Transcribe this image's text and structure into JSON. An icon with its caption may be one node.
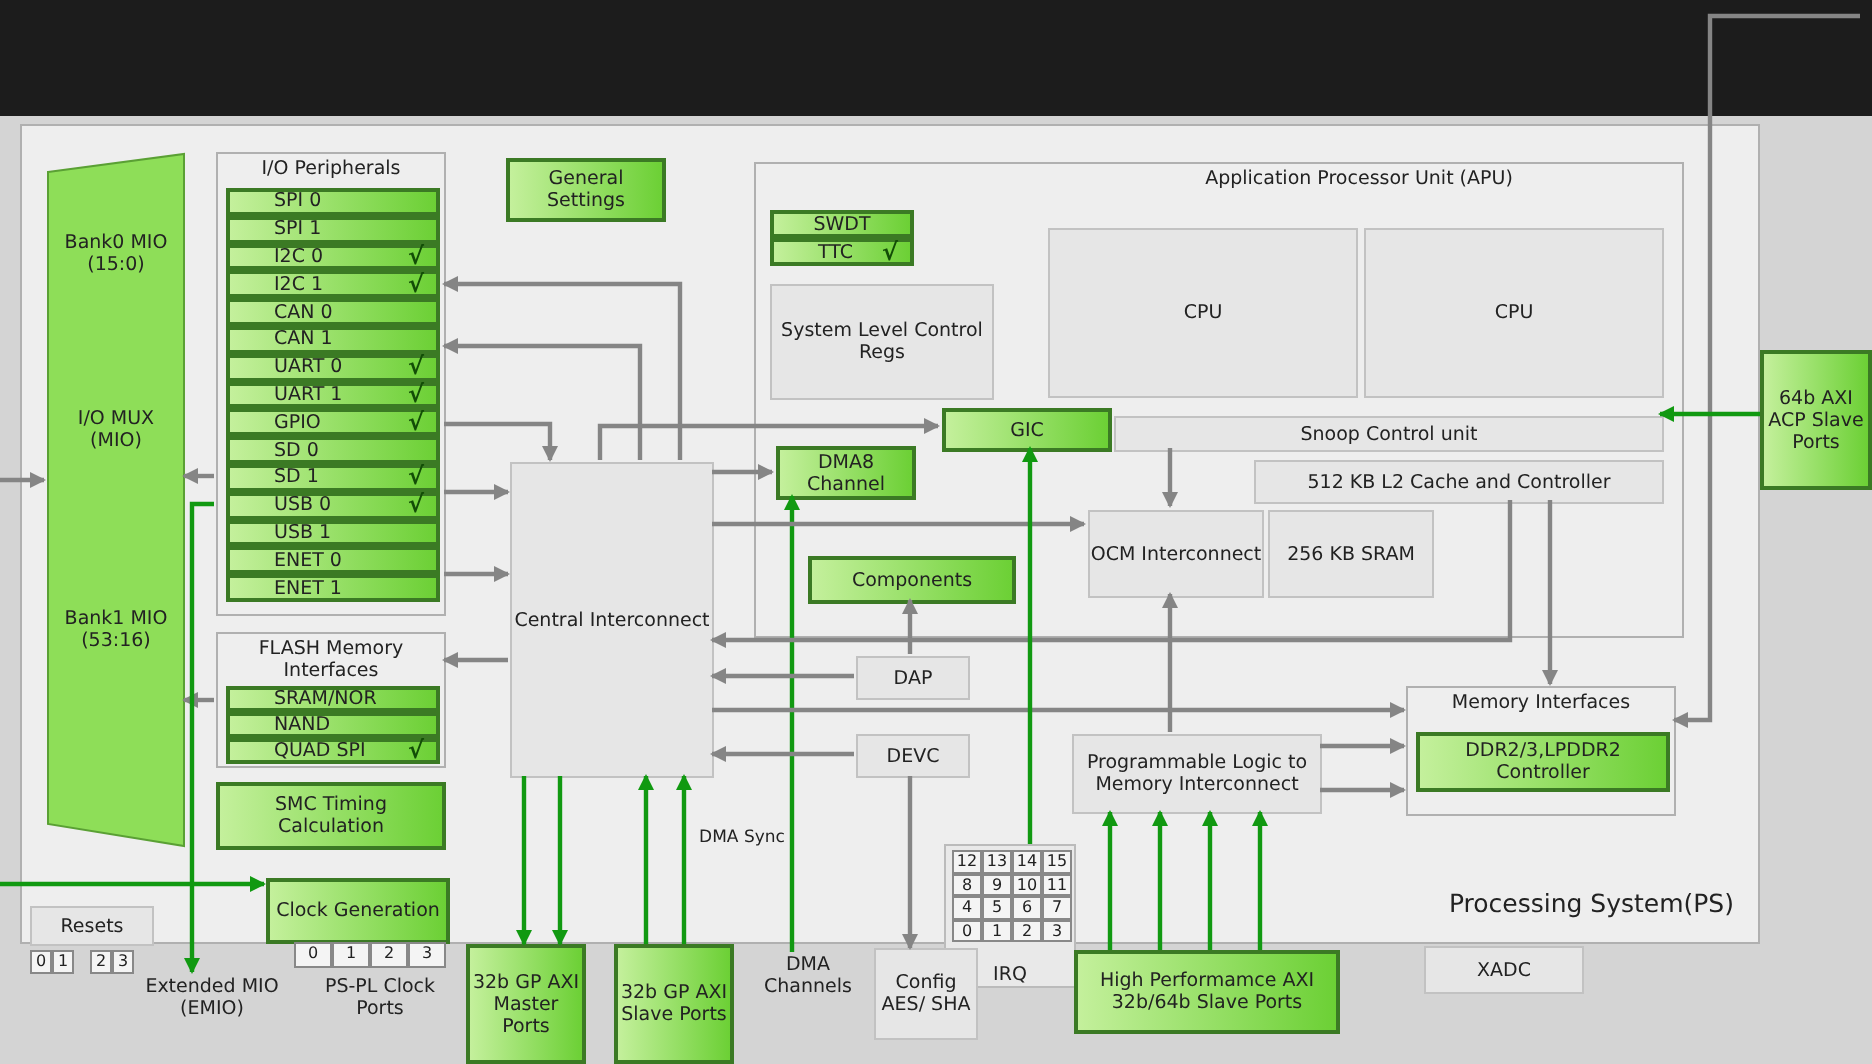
{
  "diagram": {
    "nodes": [
      {
        "text": [
          "Processing System(PS)"
        ]
      },
      {
        "text": [
          "Bank0 MIO (15:0)",
          "I/O MUX (MIO)",
          "Bank1 MIO (53:16)"
        ],
        "in": 0
      },
      {
        "text": [
          "I/O Peripherals"
        ],
        "in": 0
      },
      {
        "text": [
          "SPI 0"
        ],
        "in": 2
      },
      {
        "text": [
          "SPI 1"
        ],
        "in": 2
      },
      {
        "text": [
          "I2C 0",
          "√"
        ],
        "in": 2
      },
      {
        "text": [
          "I2C 1",
          "√"
        ],
        "in": 2
      },
      {
        "text": [
          "CAN 0"
        ],
        "in": 2
      },
      {
        "text": [
          "CAN 1"
        ],
        "in": 2
      },
      {
        "text": [
          "UART 0",
          "√"
        ],
        "in": 2
      },
      {
        "text": [
          "UART 1",
          "√"
        ],
        "in": 2
      },
      {
        "text": [
          "GPIO",
          "√"
        ],
        "in": 2
      },
      {
        "text": [
          "SD 0"
        ],
        "in": 2
      },
      {
        "text": [
          "SD 1",
          "√"
        ],
        "in": 2
      },
      {
        "text": [
          "USB 0",
          "√"
        ],
        "in": 2
      },
      {
        "text": [
          "USB 1"
        ],
        "in": 2
      },
      {
        "text": [
          "ENET 0"
        ],
        "in": 2
      },
      {
        "text": [
          "ENET 1"
        ],
        "in": 2
      },
      {
        "text": [
          "General Settings"
        ],
        "in": 0
      },
      {
        "text": [
          "Application Processor Unit (APU)"
        ],
        "in": 0
      },
      {
        "text": [
          "SWDT"
        ],
        "in": 19
      },
      {
        "text": [
          "TTC",
          "√"
        ],
        "in": 19
      },
      {
        "text": [
          "System Level Control Regs"
        ],
        "in": 19
      },
      {
        "text": [
          "CPU"
        ],
        "in": 19
      },
      {
        "text": [
          "CPU"
        ],
        "in": 19
      },
      {
        "text": [
          "GIC"
        ],
        "in": 19
      },
      {
        "text": [
          "Snoop Control unit"
        ],
        "in": 19
      },
      {
        "text": [
          "512 KB L2 Cache and Controller"
        ],
        "in": 19
      },
      {
        "text": [
          "DMA8 Channel"
        ],
        "in": 19
      },
      {
        "text": [
          "OCM Interconnect"
        ],
        "in": 19
      },
      {
        "text": [
          "256 KB SRAM"
        ],
        "in": 19
      },
      {
        "text": [
          "Components"
        ],
        "in": 19
      },
      {
        "text": [
          "Central Interconnect"
        ],
        "in": 0
      },
      {
        "text": [
          "FLASH Memory Interfaces"
        ],
        "in": 0
      },
      {
        "text": [
          "SRAM/NOR"
        ],
        "in": 33
      },
      {
        "text": [
          "NAND"
        ],
        "in": 33
      },
      {
        "text": [
          "QUAD SPI",
          "√"
        ],
        "in": 33
      },
      {
        "text": [
          "SMC Timing Calculation"
        ],
        "in": 0
      },
      {
        "text": [
          "DAP"
        ],
        "in": 0
      },
      {
        "text": [
          "DEVC"
        ],
        "in": 0
      },
      {
        "text": [
          "Programmable Logic to Memory Interconnect"
        ],
        "in": 0
      },
      {
        "text": [
          "Memory Interfaces"
        ],
        "in": 0
      },
      {
        "text": [
          "DDR2/3,LPDDR2 Controller"
        ],
        "in": 41
      },
      {
        "text": [
          "Clock Generation"
        ],
        "in": 0,
        "beside": [
          "0",
          "1",
          "2",
          "3"
        ]
      },
      {
        "text": [
          "Resets"
        ],
        "in": 0,
        "beside": [
          "0",
          "1",
          "2",
          "3"
        ]
      },
      {
        "text": [
          "12",
          "13",
          "14",
          "15",
          "8",
          "9",
          "10",
          "11",
          "4",
          "5",
          "6",
          "7",
          "0",
          "1",
          "2",
          "3",
          "IRQ"
        ]
      },
      {
        "text": [
          "64b AXI ACP Slave Ports"
        ]
      },
      {
        "text": [
          "32b GP AXI Master Ports"
        ]
      },
      {
        "text": [
          "32b GP AXI Slave Ports"
        ]
      },
      {
        "text": [
          "DMA Channels"
        ]
      },
      {
        "text": [
          "Config AES/ SHA"
        ]
      },
      {
        "text": [
          "High Performamce AXI 32b/64b Slave Ports"
        ]
      },
      {
        "text": [
          "XADC"
        ]
      },
      {
        "text": [
          "Extended MIO (EMIO)"
        ]
      },
      {
        "text": [
          "PS-PL Clock Ports"
        ]
      }
    ],
    "edges": [
      {
        "from": null,
        "to": 1,
        "arrow": "to"
      },
      {
        "from": 2,
        "to": 1,
        "arrow": "to"
      },
      {
        "from": 33,
        "to": 1,
        "arrow": "to"
      },
      {
        "from": 32,
        "to": 2,
        "arrow": "to"
      },
      {
        "from": 32,
        "to": 2,
        "arrow": "to"
      },
      {
        "from": 2,
        "to": 32,
        "arrow": "to"
      },
      {
        "from": 2,
        "to": 32,
        "arrow": "to"
      },
      {
        "from": 2,
        "to": 32,
        "arrow": "to"
      },
      {
        "from": 32,
        "to": 33,
        "arrow": "to"
      },
      {
        "from": 2,
        "to": 53,
        "arrow": "to",
        "color": "#119911"
      },
      {
        "from": null,
        "to": 43,
        "arrow": "to",
        "color": "#119911"
      },
      {
        "from": 32,
        "to": 47,
        "arrow": "to",
        "color": "#119911"
      },
      {
        "from": 32,
        "to": 47,
        "arrow": "to",
        "color": "#119911"
      },
      {
        "from": 48,
        "to": 32,
        "arrow": "to",
        "color": "#119911"
      },
      {
        "from": 48,
        "to": 32,
        "arrow": "to",
        "color": "#119911"
      },
      {
        "from": 49,
        "to": 28,
        "arrow": "to",
        "color": "#119911"
      },
      {
        "from": 32,
        "to": 28,
        "arrow": "to"
      },
      {
        "from": 32,
        "to": 25,
        "arrow": "to"
      },
      {
        "from": 32,
        "to": 29,
        "arrow": "to"
      },
      {
        "from": 26,
        "to": 29,
        "arrow": "to"
      },
      {
        "from": 40,
        "to": 29,
        "arrow": "to"
      },
      {
        "from": 38,
        "to": 31,
        "arrow": "to"
      },
      {
        "from": 38,
        "to": 32,
        "arrow": "to"
      },
      {
        "from": 39,
        "to": 32,
        "arrow": "to"
      },
      {
        "from": 39,
        "to": 50,
        "arrow": "to"
      },
      {
        "from": 32,
        "to": 41,
        "arrow": "to"
      },
      {
        "from": 40,
        "to": 41,
        "arrow": "to"
      },
      {
        "from": 40,
        "to": 41,
        "arrow": "to"
      },
      {
        "from": 27,
        "to": 41,
        "arrow": "to"
      },
      {
        "from": 27,
        "to": 32,
        "arrow": "to"
      },
      {
        "from": null,
        "to": 41,
        "arrow": "to"
      },
      {
        "from": 46,
        "to": 26,
        "arrow": "to",
        "color": "#119911"
      },
      {
        "from": 45,
        "to": 25,
        "arrow": "to",
        "color": "#119911"
      },
      {
        "from": 51,
        "to": 40,
        "arrow": "to",
        "color": "#119911"
      },
      {
        "from": 51,
        "to": 40,
        "arrow": "to",
        "color": "#119911"
      },
      {
        "from": 51,
        "to": 40,
        "arrow": "to",
        "color": "#119911"
      },
      {
        "from": 51,
        "to": 40,
        "arrow": "to",
        "color": "#119911"
      }
    ],
    "labels": [
      "DMA Sync"
    ]
  }
}
